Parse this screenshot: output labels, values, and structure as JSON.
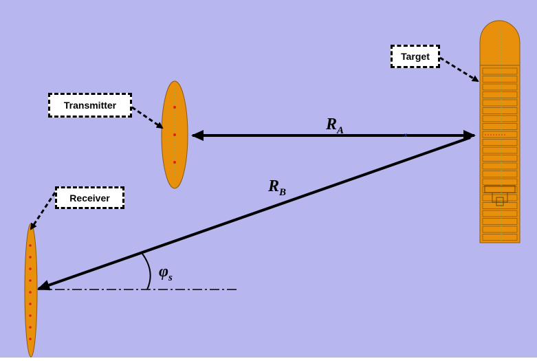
{
  "labels": {
    "target": "Target",
    "transmitter": "Transmitter",
    "receiver": "Receiver"
  },
  "symbols": {
    "range_a": "R",
    "range_a_sub": "A",
    "range_b": "R",
    "range_b_sub": "B",
    "angle": "φ",
    "angle_sub": "s"
  },
  "colors": {
    "background": "#b7b6ef",
    "antenna": "#e8900c",
    "antenna_outline": "#8a5a10",
    "element_dot": "#e0201a",
    "arrow": "#000000"
  }
}
